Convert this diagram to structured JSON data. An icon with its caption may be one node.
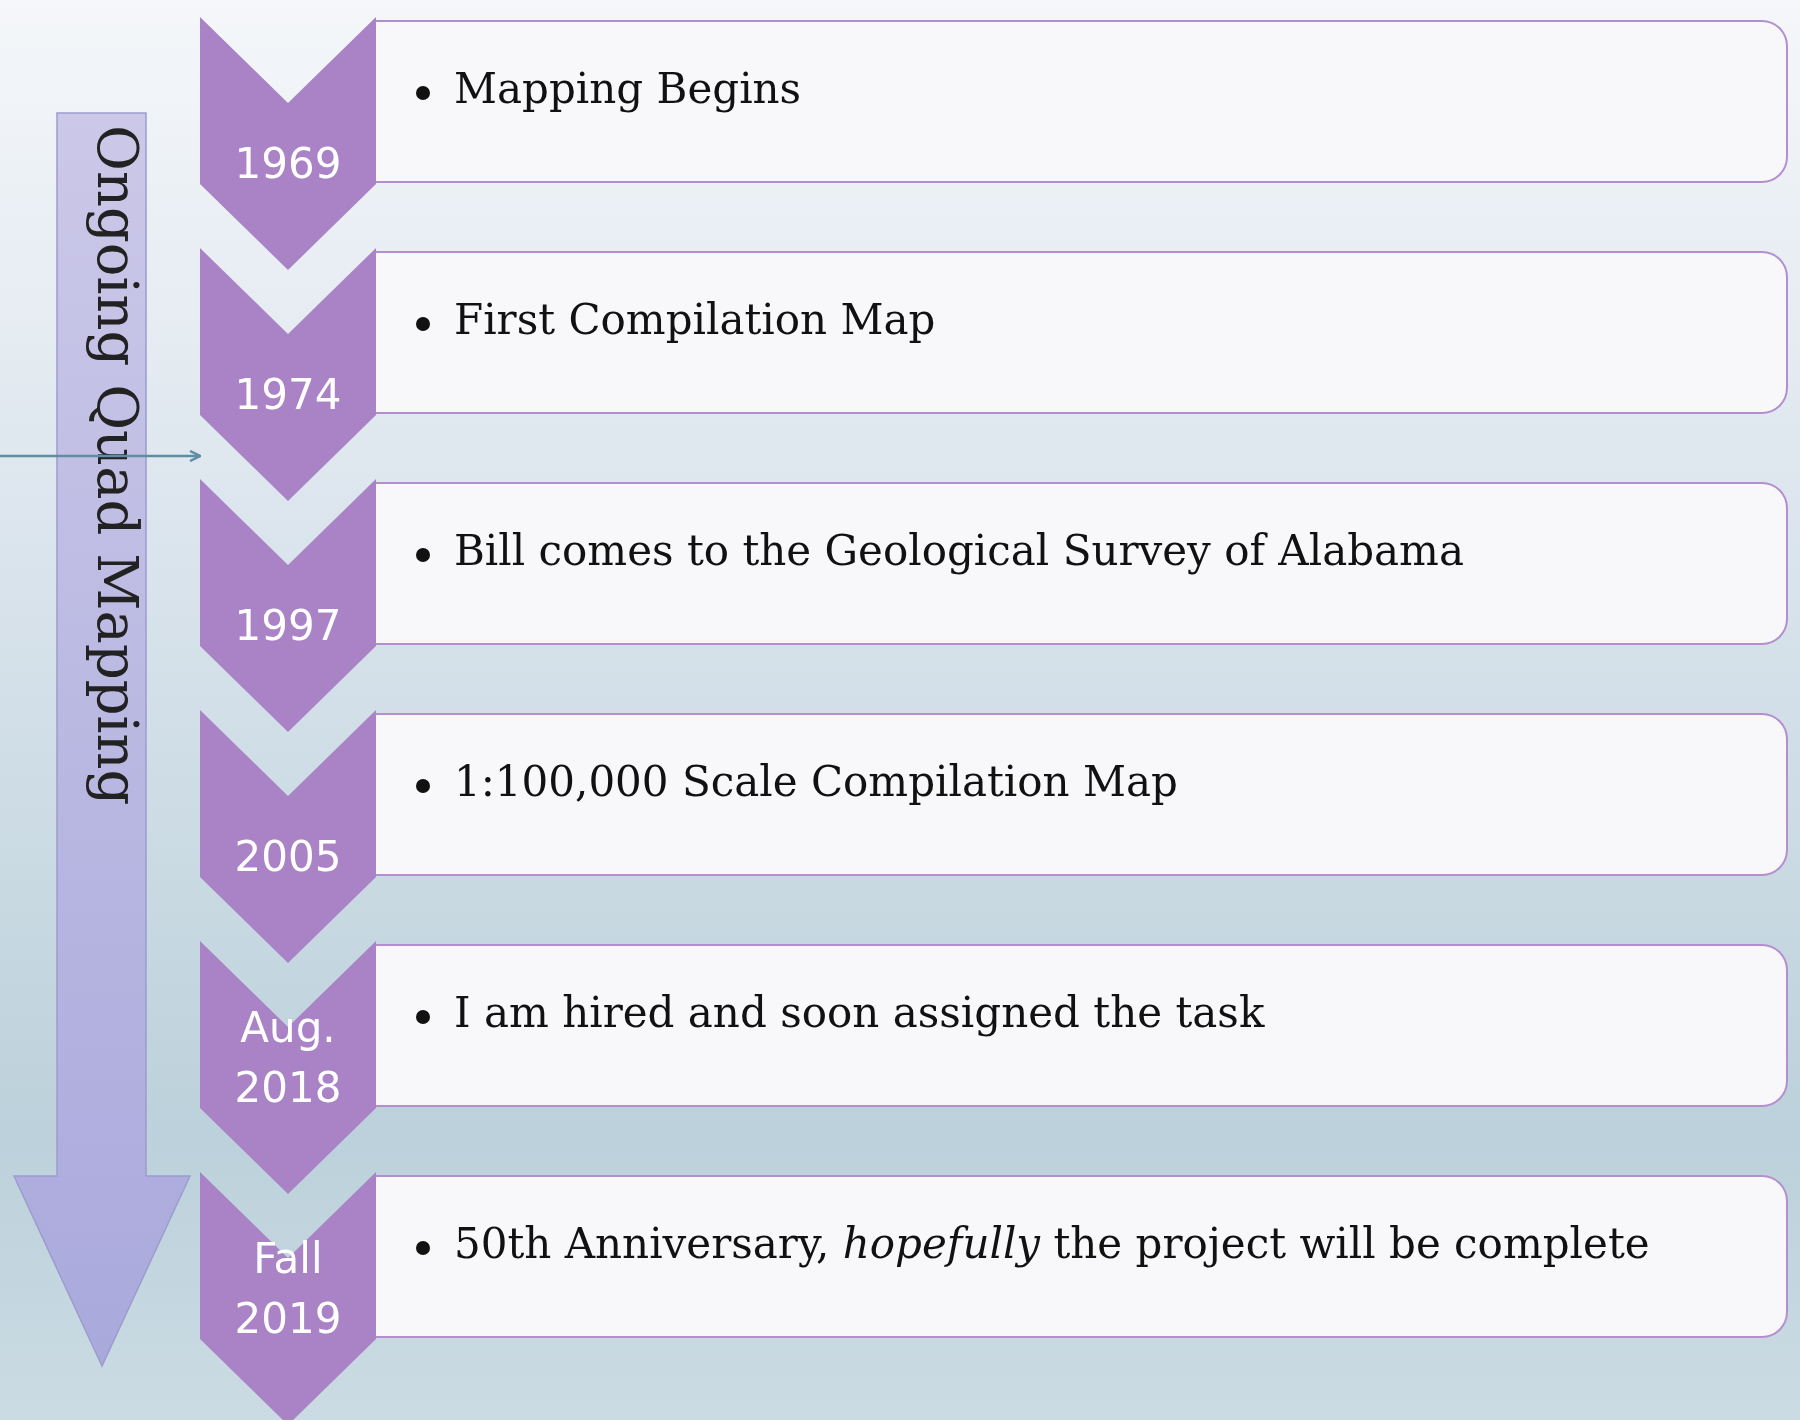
{
  "diagram": {
    "nodes": [
      {
        "text": [
          "Ongoing Quad Mapping"
        ]
      },
      {
        "text": [
          "1969"
        ]
      },
      {
        "text": [
          "Mapping Begins"
        ]
      },
      {
        "text": [
          "1974"
        ]
      },
      {
        "text": [
          "First Compilation Map"
        ]
      },
      {
        "text": [
          "1997"
        ]
      },
      {
        "text": [
          "Bill comes to the Geological Survey of Alabama"
        ]
      },
      {
        "text": [
          "2005"
        ]
      },
      {
        "text": [
          "1:100,000 Scale Compilation Map"
        ]
      },
      {
        "text": [
          "Aug. 2018"
        ]
      },
      {
        "text": [
          "I am hired and soon assigned the task"
        ]
      },
      {
        "text": [
          "Fall 2019"
        ]
      },
      {
        "text": [
          "50th Anniversary, *hopefully* the project will be complete"
        ]
      }
    ],
    "edges": [
      {
        "from": null,
        "to": 3,
        "arrow": "to"
      }
    ]
  }
}
